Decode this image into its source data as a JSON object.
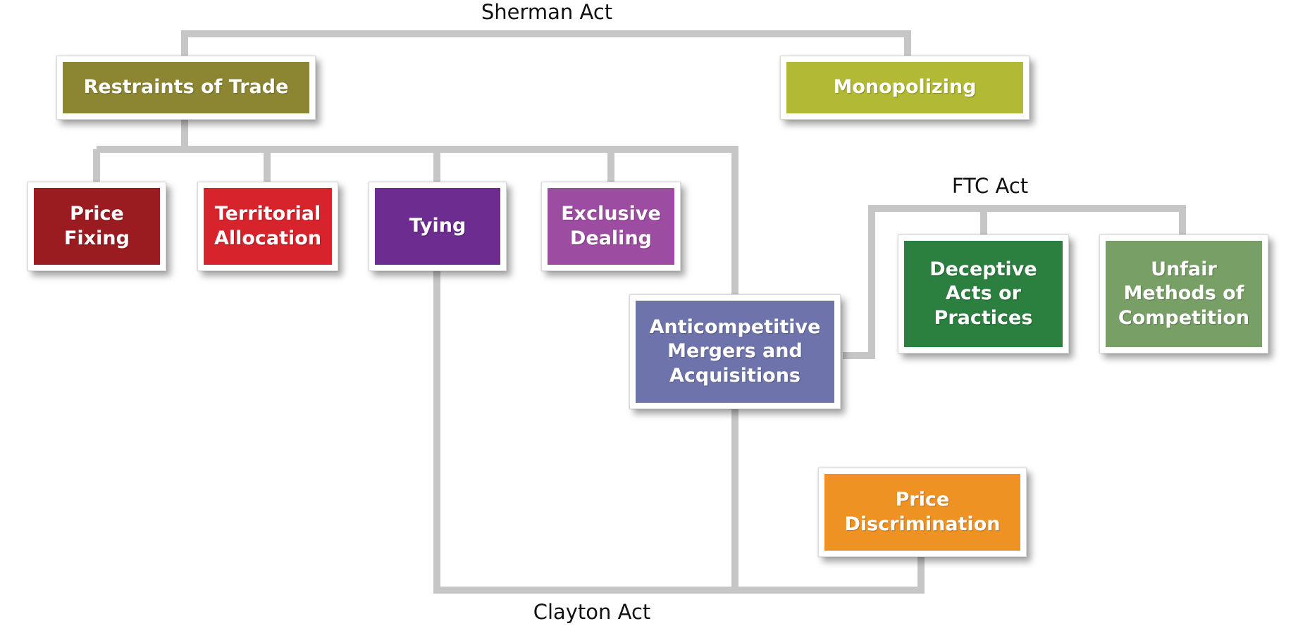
{
  "acts": {
    "sherman": "Sherman Act",
    "ftc": "FTC Act",
    "clayton": "Clayton Act"
  },
  "nodes": {
    "restraints_of_trade": {
      "label": "Restraints of Trade",
      "color": "#8c8633"
    },
    "monopolizing": {
      "label": "Monopolizing",
      "color": "#b2b934"
    },
    "price_fixing": {
      "label": "Price\nFixing",
      "color": "#9a1c21"
    },
    "territorial_allocation": {
      "label": "Territorial\nAllocation",
      "color": "#d7232b"
    },
    "tying": {
      "label": "Tying",
      "color": "#6d2c8f"
    },
    "exclusive_dealing": {
      "label": "Exclusive\nDealing",
      "color": "#9c4da1"
    },
    "anticompetitive_mergers": {
      "label": "Anticompetitive\nMergers and\nAcquisitions",
      "color": "#6e74ab"
    },
    "deceptive_acts": {
      "label": "Deceptive\nActs or\nPractices",
      "color": "#2b7f3f"
    },
    "unfair_methods": {
      "label": "Unfair\nMethods of\nCompetition",
      "color": "#789f66"
    },
    "price_discrimination": {
      "label": "Price\nDiscrimination",
      "color": "#ef9224"
    }
  },
  "connector_color": "#c6c6c6"
}
